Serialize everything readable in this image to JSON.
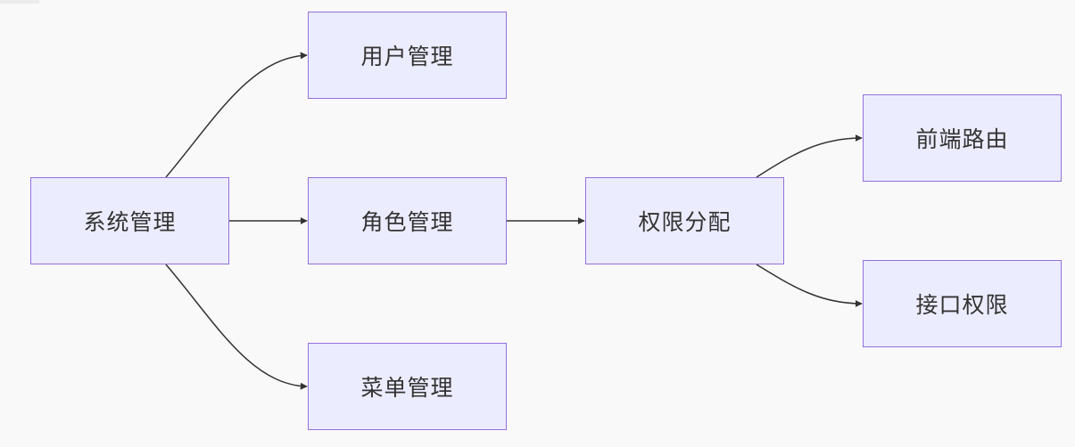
{
  "diagram": {
    "type": "flowchart",
    "direction": "left-to-right",
    "colors": {
      "node_fill": "#ececff",
      "node_border": "#9370db",
      "edge": "#333333",
      "text": "#333333",
      "background": "#f9f9f9"
    },
    "nodes": {
      "system": "系统管理",
      "user": "用户管理",
      "role": "角色管理",
      "menu": "菜单管理",
      "perm": "权限分配",
      "frontend": "前端路由",
      "api": "接口权限"
    },
    "edges": [
      {
        "from": "系统管理",
        "to": "用户管理"
      },
      {
        "from": "系统管理",
        "to": "角色管理"
      },
      {
        "from": "系统管理",
        "to": "菜单管理"
      },
      {
        "from": "角色管理",
        "to": "权限分配"
      },
      {
        "from": "权限分配",
        "to": "前端路由"
      },
      {
        "from": "权限分配",
        "to": "接口权限"
      }
    ]
  }
}
